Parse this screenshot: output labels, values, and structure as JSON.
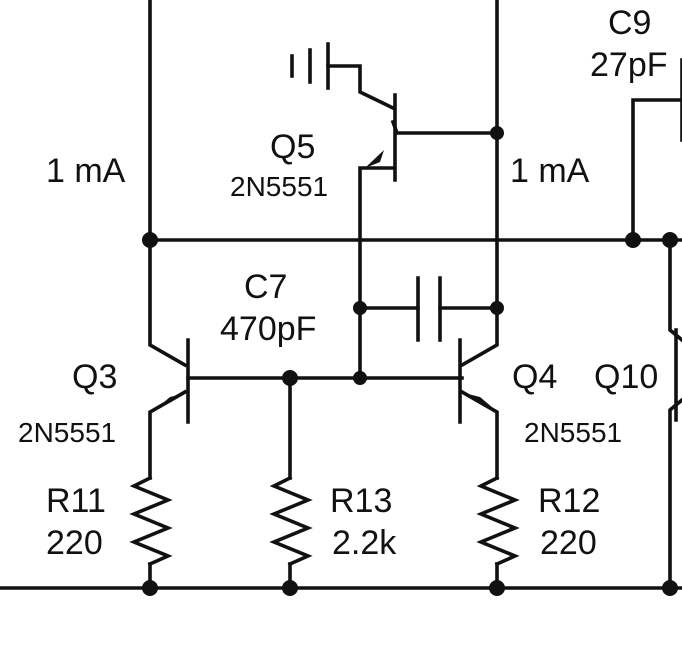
{
  "schematic": {
    "components": {
      "q5": {
        "ref": "Q5",
        "part": "2N5551"
      },
      "q3": {
        "ref": "Q3",
        "part": "2N5551"
      },
      "q4": {
        "ref": "Q4",
        "part": "2N5551"
      },
      "q10": {
        "ref": "Q10"
      },
      "c7": {
        "ref": "C7",
        "value": "470pF"
      },
      "c9": {
        "ref": "C9",
        "value": "27pF"
      },
      "r11": {
        "ref": "R11",
        "value": "220"
      },
      "r12": {
        "ref": "R12",
        "value": "220"
      },
      "r13": {
        "ref": "R13",
        "value": "2.2k"
      }
    },
    "currents": {
      "left": "1 mA",
      "right": "1 mA"
    }
  }
}
